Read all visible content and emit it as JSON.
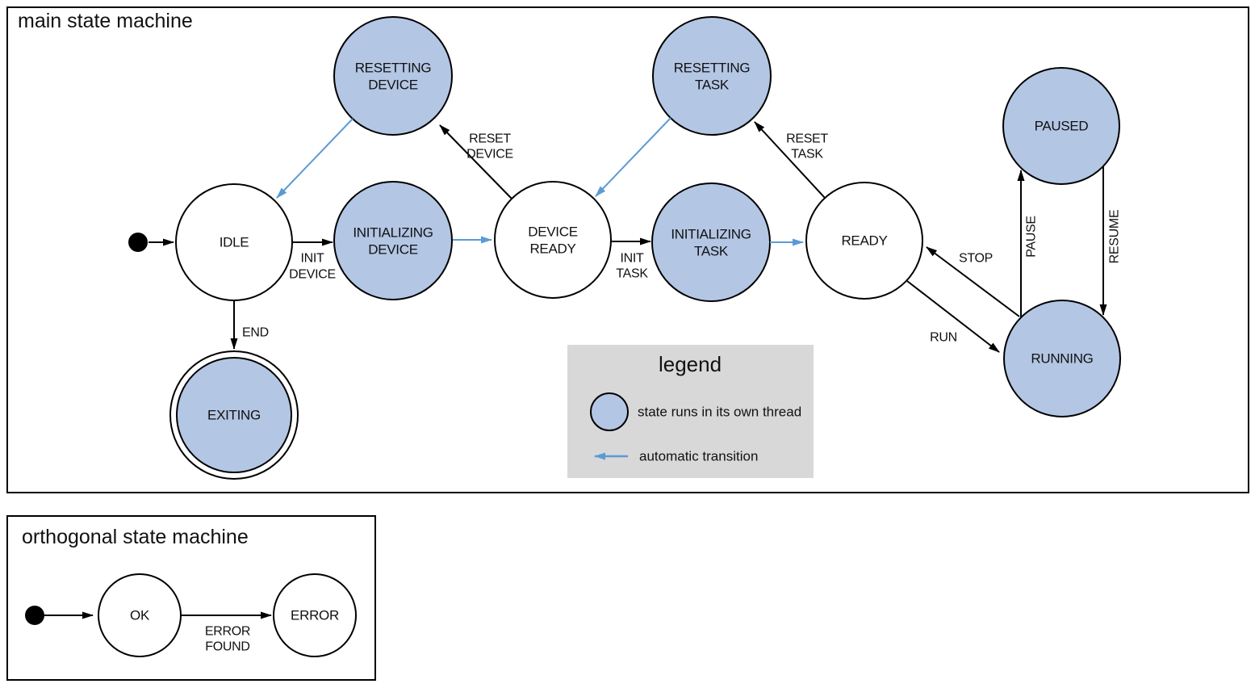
{
  "colors": {
    "thread_fill": "#b3c6e4",
    "auto_transition": "#5b9bd5",
    "legend_bg": "#d8d8d8"
  },
  "main_machine": {
    "title": "main state machine",
    "states": {
      "idle": {
        "label": "IDLE"
      },
      "resetting_device": {
        "line1": "RESETTING",
        "line2": "DEVICE"
      },
      "initializing_device": {
        "line1": "INITIALIZING",
        "line2": "DEVICE"
      },
      "device_ready": {
        "line1": "DEVICE",
        "line2": "READY"
      },
      "resetting_task": {
        "line1": "RESETTING",
        "line2": "TASK"
      },
      "initializing_task": {
        "line1": "INITIALIZING",
        "line2": "TASK"
      },
      "ready": {
        "label": "READY"
      },
      "paused": {
        "label": "PAUSED"
      },
      "running": {
        "label": "RUNNING"
      },
      "exiting": {
        "label": "EXITING"
      }
    },
    "transitions": {
      "init_device": {
        "line1": "INIT",
        "line2": "DEVICE"
      },
      "init_task": {
        "line1": "INIT",
        "line2": "TASK"
      },
      "reset_device": {
        "line1": "RESET",
        "line2": "DEVICE"
      },
      "reset_task": {
        "line1": "RESET",
        "line2": "TASK"
      },
      "end": {
        "label": "END"
      },
      "run": {
        "label": "RUN"
      },
      "stop": {
        "label": "STOP"
      },
      "pause": {
        "label": "PAUSE"
      },
      "resume": {
        "label": "RESUME"
      }
    }
  },
  "legend": {
    "title": "legend",
    "thread_item": "state runs in its own thread",
    "auto_item": "automatic transition"
  },
  "orthogonal_machine": {
    "title": "orthogonal state machine",
    "states": {
      "ok": {
        "label": "OK"
      },
      "error": {
        "label": "ERROR"
      }
    },
    "transitions": {
      "error_found": {
        "line1": "ERROR",
        "line2": "FOUND"
      }
    }
  }
}
